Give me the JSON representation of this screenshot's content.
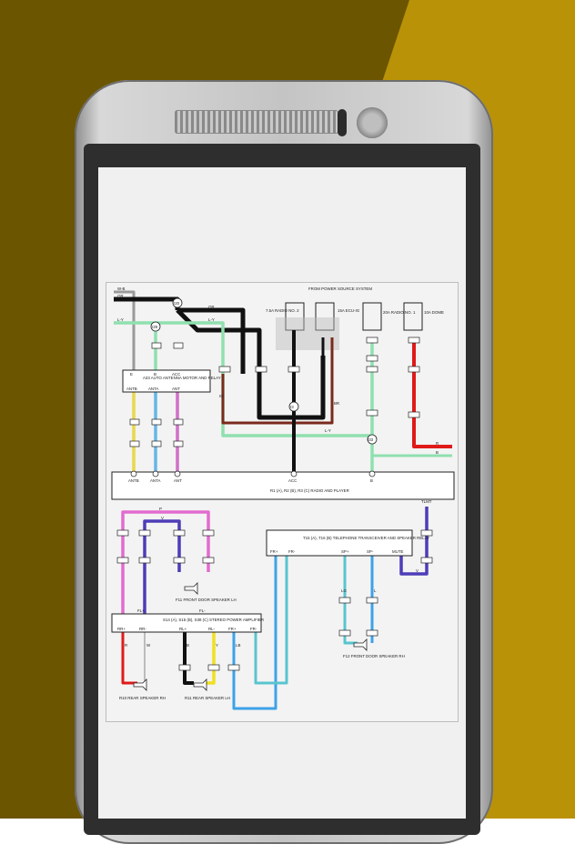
{
  "colors": {
    "background_dark": "#6b5500",
    "background_gold": "#b99208",
    "screen": "#f0f0f0",
    "phone_body": "#c4c4c4"
  },
  "diagram": {
    "labels": {
      "power_source": "FROM POWER SOURCE SYSTEM",
      "fuse_radio": "20A RADIO NO. 1",
      "fuse_dome": "10A DOME",
      "fuse_acc": "7.5A RADIO NO. 2",
      "fuse_ecu": "15A ECU-IG",
      "antenna_relay": "A33 AUTO ANTENNA MOTOR AND RELAY",
      "radio_player": "R1 (A), R2 (B), R3 (C) RADIO AND PLAYER",
      "telephone_relay": "T15 (A), T16 (B) TELEPHONE TRANSCEIVER AND SPEAKER RELAY",
      "stereo_amp": "S14 (A), S15 (B), S38 (C) STEREO POWER AMPLIFIER",
      "front_door_lh": "F11 FRONT DOOR SPEAKER LH",
      "front_door_rh": "F12 FRONT DOOR SPEAKER RH",
      "rear_rh": "R10 REAR SPEAKER RH",
      "rear_lh": "R11 REAR SPEAKER LH",
      "wire_wb": "W-B",
      "wire_gr": "GR",
      "wire_ly": "L-Y",
      "wire_p": "P",
      "wire_v": "V",
      "wire_r": "R",
      "wire_y": "Y",
      "wire_b": "B",
      "wire_w": "W",
      "wire_lg": "LG",
      "wire_l": "L",
      "wire_lb": "LB",
      "wire_br": "BR",
      "tlmt": "TLMT",
      "pin_antb": "ANTB",
      "pin_anta": "ANTA",
      "pin_ant": "ANT",
      "pin_acc": "ACC",
      "pin_b": "B",
      "pin_e": "E",
      "pin_ig": "IG",
      "pin_fl_plus": "FL+",
      "pin_fl_minus": "FL-",
      "pin_fr_plus": "FR+",
      "pin_fr_minus": "FR-",
      "pin_rl_plus": "RL+",
      "pin_rl_minus": "RL-",
      "pin_rr_plus": "RR+",
      "pin_rr_minus": "RR-",
      "pin_sp_plus": "SP+",
      "pin_sp_minus": "SP-",
      "pin_mute": "MUTE",
      "j_i20": "I20",
      "j_i29": "I29",
      "j_i3": "I3",
      "j_i33": "I33"
    }
  }
}
